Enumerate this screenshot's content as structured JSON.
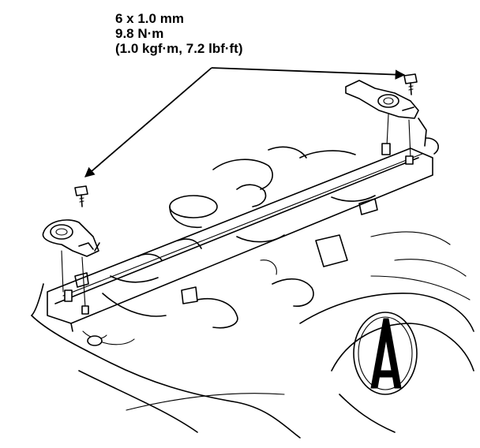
{
  "callout": {
    "line1": "6 x 1.0 mm",
    "line2": "9.8 N·m",
    "line3": "(1.0 kgf·m, 7.2 lbf·ft)"
  }
}
